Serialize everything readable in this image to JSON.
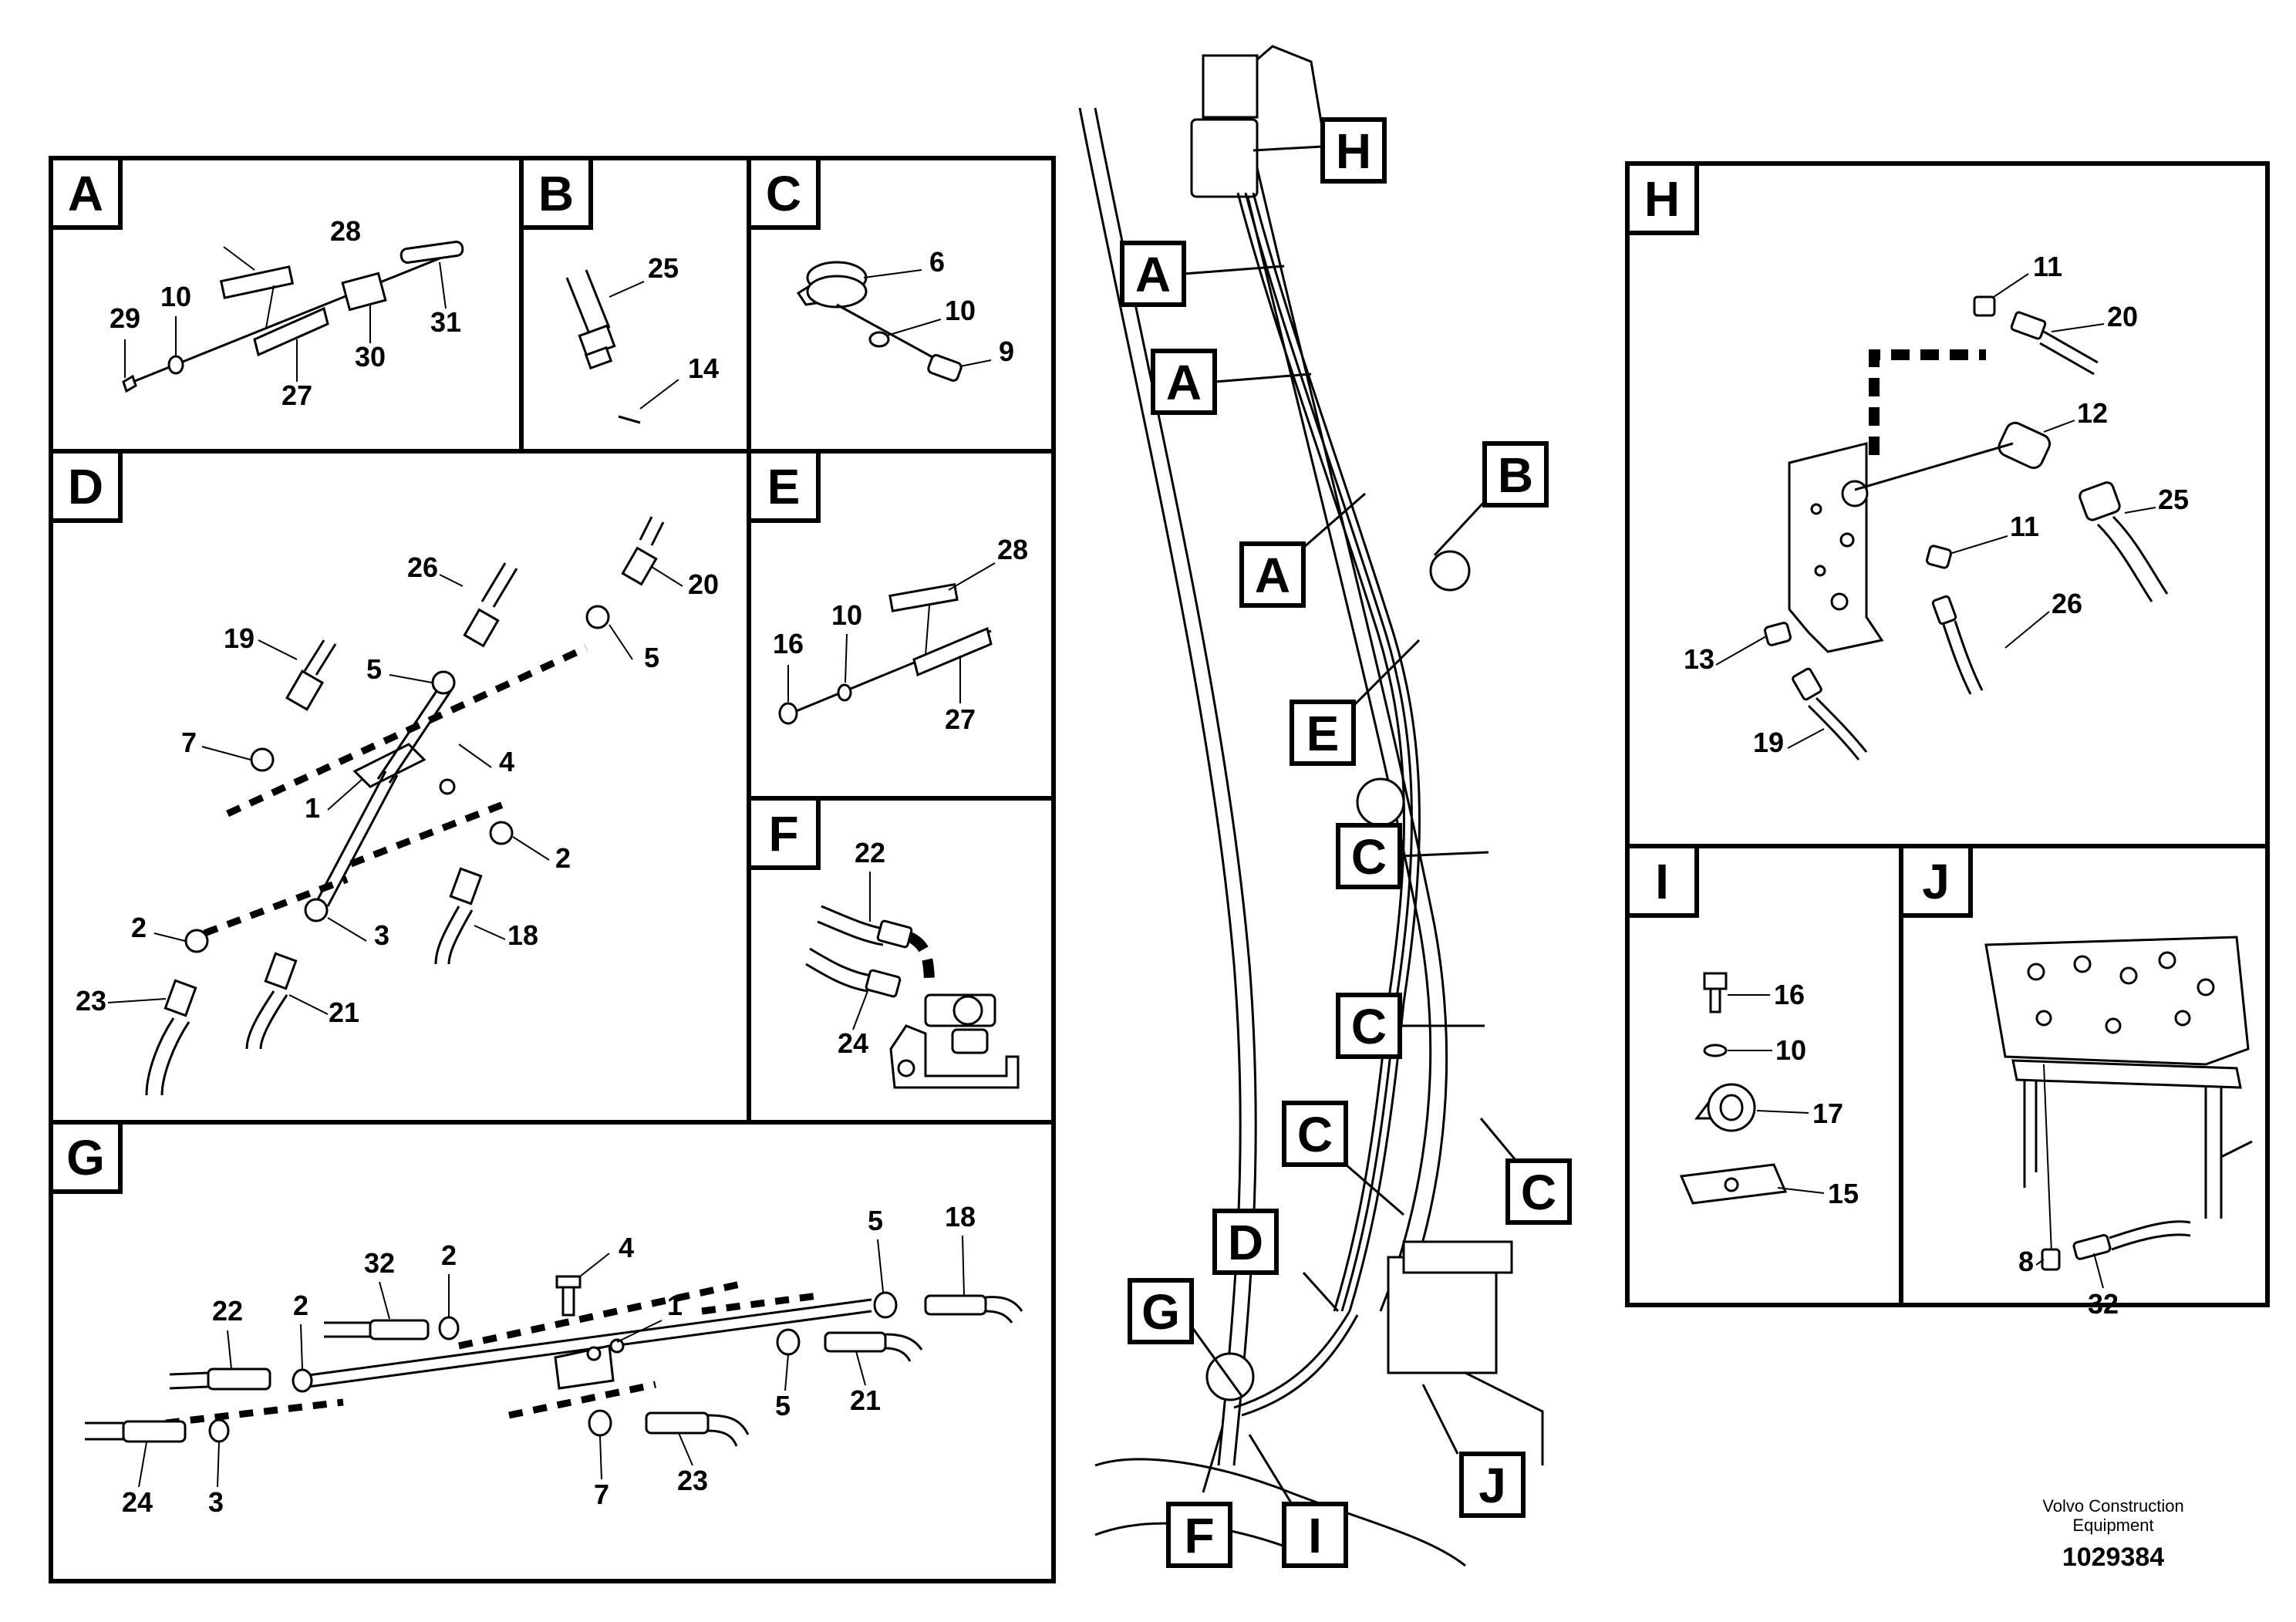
{
  "panels": [
    {
      "id": "A",
      "letter": "A",
      "parts": [
        "28",
        "29",
        "10",
        "27",
        "30",
        "31"
      ]
    },
    {
      "id": "B",
      "letter": "B",
      "parts": [
        "25",
        "14"
      ]
    },
    {
      "id": "C",
      "letter": "C",
      "parts": [
        "6",
        "10",
        "9"
      ]
    },
    {
      "id": "D",
      "letter": "D",
      "parts": [
        "26",
        "20",
        "19",
        "5",
        "5",
        "7",
        "4",
        "1",
        "2",
        "3",
        "2",
        "18",
        "23",
        "21"
      ]
    },
    {
      "id": "E",
      "letter": "E",
      "parts": [
        "28",
        "16",
        "10",
        "27"
      ]
    },
    {
      "id": "F",
      "letter": "F",
      "parts": [
        "22",
        "24"
      ]
    },
    {
      "id": "G",
      "letter": "G",
      "parts": [
        "4",
        "32",
        "2",
        "22",
        "2",
        "1",
        "5",
        "18",
        "5",
        "21",
        "24",
        "3",
        "7",
        "23"
      ]
    },
    {
      "id": "H",
      "letter": "H",
      "parts": [
        "11",
        "20",
        "12",
        "25",
        "11",
        "26",
        "13",
        "19"
      ]
    },
    {
      "id": "I",
      "letter": "I",
      "parts": [
        "16",
        "10",
        "17",
        "15"
      ]
    },
    {
      "id": "J",
      "letter": "J",
      "parts": [
        "8",
        "32"
      ]
    }
  ],
  "callouts": [
    "H",
    "A",
    "A",
    "B",
    "A",
    "E",
    "C",
    "C",
    "C",
    "C",
    "D",
    "G",
    "J",
    "F",
    "I"
  ],
  "footer": {
    "company_line1": "Volvo Construction",
    "company_line2": "Equipment",
    "drawing_number": "1029384"
  }
}
